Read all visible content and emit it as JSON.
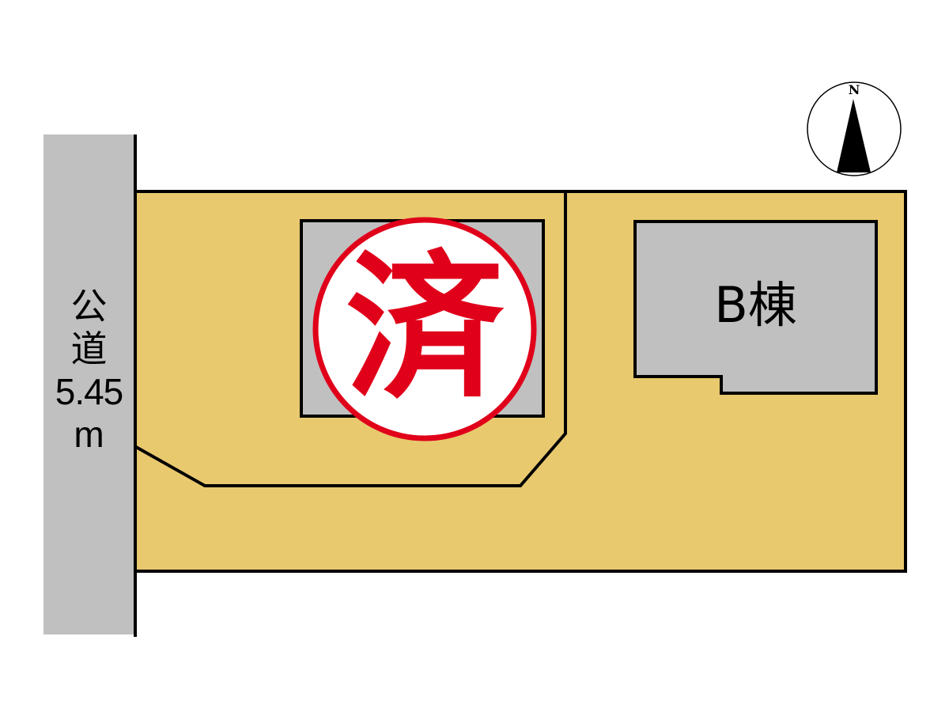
{
  "road": {
    "label_line1": "公",
    "label_line2": "道",
    "width_value": "5.45",
    "width_unit": "m",
    "color": "#c0c0c0"
  },
  "lot": {
    "fill_color": "#e8c96e",
    "outline_color": "#000000"
  },
  "building_a": {
    "fill_color": "#c0c0c0",
    "stamp": {
      "text": "済",
      "color": "#e0001a",
      "background": "#ffffff"
    }
  },
  "building_b": {
    "label": "B棟",
    "fill_color": "#c0c0c0"
  },
  "compass": {
    "label": "N"
  }
}
